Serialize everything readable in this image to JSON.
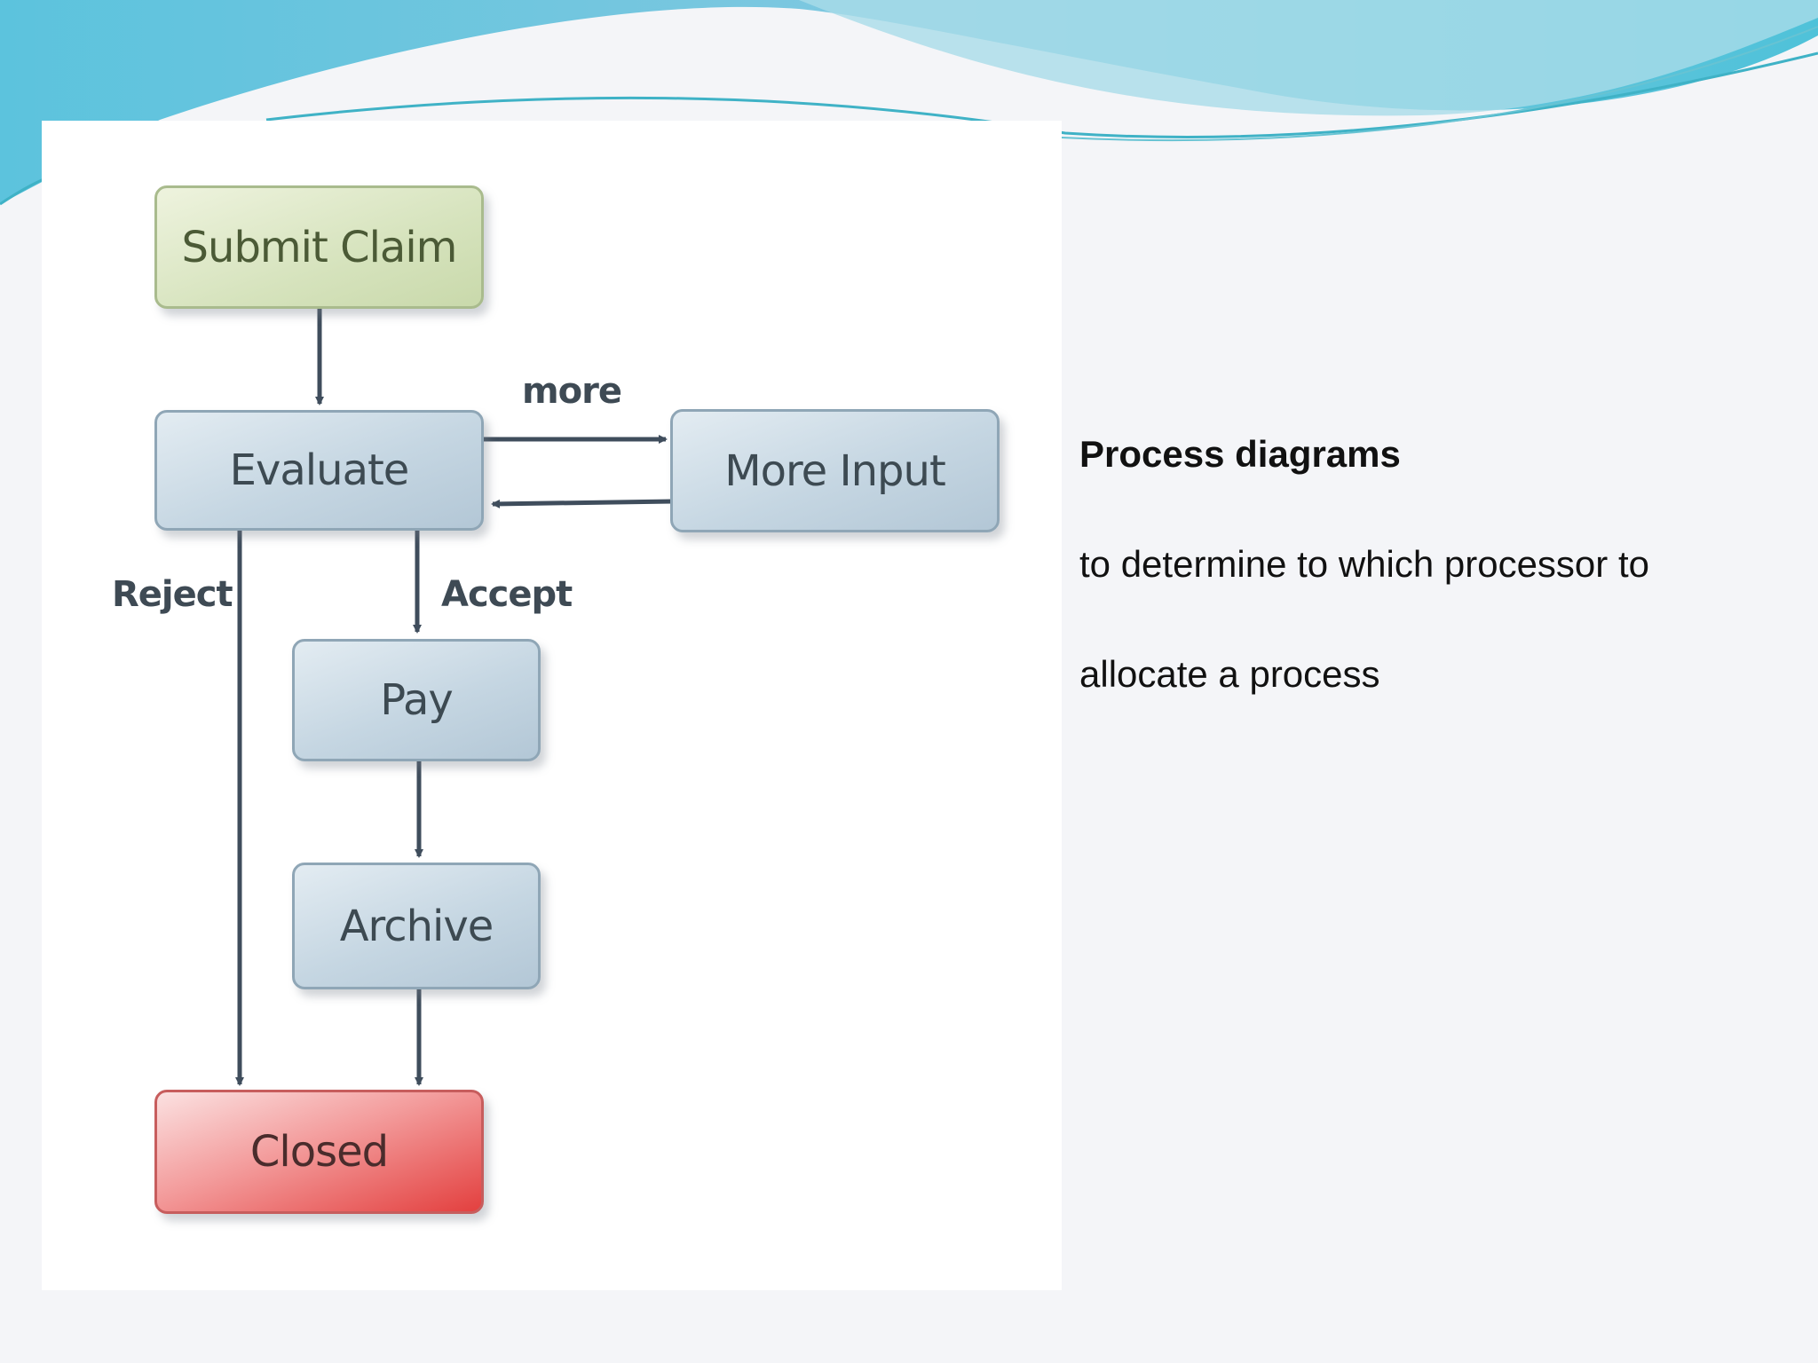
{
  "diagram": {
    "nodes": {
      "submit_claim": "Submit Claim",
      "evaluate": "Evaluate",
      "more_input": "More Input",
      "pay": "Pay",
      "archive": "Archive",
      "closed": "Closed"
    },
    "edge_labels": {
      "more": "more",
      "reject": "Reject",
      "accept": "Accept"
    },
    "edges": [
      {
        "from": "submit_claim",
        "to": "evaluate"
      },
      {
        "from": "evaluate",
        "to": "more_input",
        "label": "more"
      },
      {
        "from": "more_input",
        "to": "evaluate"
      },
      {
        "from": "evaluate",
        "to": "pay",
        "label": "Accept"
      },
      {
        "from": "evaluate",
        "to": "closed",
        "label": "Reject"
      },
      {
        "from": "pay",
        "to": "archive"
      },
      {
        "from": "archive",
        "to": "closed"
      }
    ]
  },
  "text": {
    "heading": "Process diagrams",
    "line1": "to determine to which processor to",
    "line2": "allocate a process"
  },
  "colors": {
    "accent_teal": "#5bc0d6",
    "node_blue": "#c5d6e2",
    "node_green": "#d6e3bd",
    "node_red": "#e3403f",
    "arrow": "#3f4d5c"
  }
}
